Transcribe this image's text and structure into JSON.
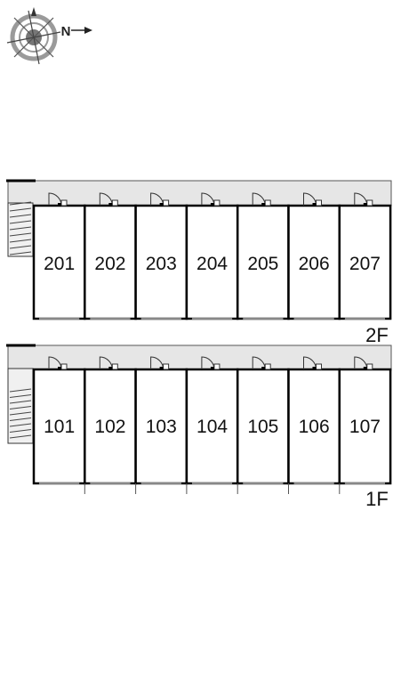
{
  "compass": {
    "north_label": "N",
    "icon": "compass-rose-icon"
  },
  "floors": [
    {
      "id": "2f",
      "label": "2F",
      "units": [
        "201",
        "202",
        "203",
        "204",
        "205",
        "206",
        "207"
      ]
    },
    {
      "id": "1f",
      "label": "1F",
      "units": [
        "101",
        "102",
        "103",
        "104",
        "105",
        "106",
        "107"
      ]
    }
  ],
  "colors": {
    "walkway": "#e6e6e6",
    "wall": "#000000",
    "stairs": "#d9d9d9"
  }
}
